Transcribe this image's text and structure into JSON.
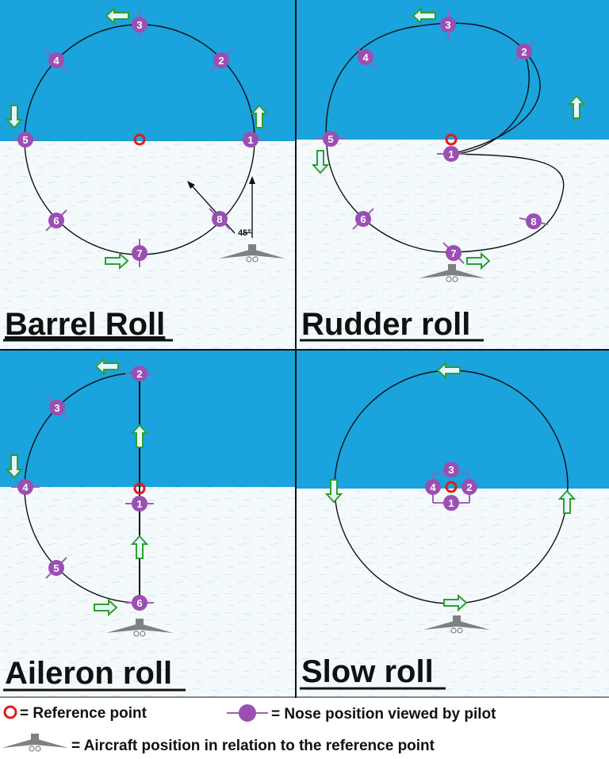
{
  "panels": [
    {
      "title": "Barrel Roll"
    },
    {
      "title": "Rudder roll"
    },
    {
      "title": "Aileron roll"
    },
    {
      "title": "Slow roll"
    }
  ],
  "barrel_roll": {
    "positions": [
      "1",
      "2",
      "3",
      "4",
      "5",
      "6",
      "7",
      "8"
    ],
    "angle_label": "45°"
  },
  "rudder_roll": {
    "positions": [
      "1",
      "2",
      "3",
      "4",
      "5",
      "6",
      "7",
      "8"
    ]
  },
  "aileron_roll": {
    "positions": [
      "1",
      "2",
      "3",
      "4",
      "5",
      "6"
    ]
  },
  "slow_roll": {
    "positions": [
      "1",
      "2",
      "3",
      "4"
    ]
  },
  "legend": {
    "reference_point": "= Reference point",
    "nose_position": "= Nose position viewed by pilot",
    "aircraft_position": "= Aircraft position in relation to the reference point"
  },
  "colors": {
    "sky": "#1aa3dd",
    "snow": "#f2f8fb",
    "marker_fill": "#9b4fb3",
    "marker_line": "#a15fb6",
    "reference_ring": "#e01b1b",
    "arrow_stroke": "#2f9e2f",
    "arrow_fill": "#e6f6ff",
    "aircraft": "#808080"
  },
  "icons": {
    "reference": "red-ring-icon",
    "nose": "purple-dot-crosshair-icon",
    "aircraft": "delta-wing-aircraft-icon",
    "direction": "green-outline-arrow-icon"
  }
}
